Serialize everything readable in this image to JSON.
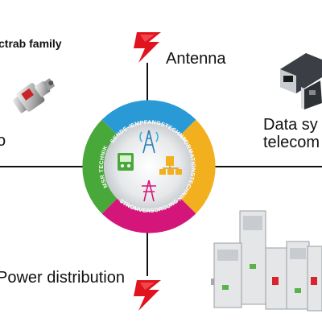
{
  "labels": {
    "product_family": "ctrab family",
    "antenna": "Antenna",
    "data_line1": "Data sy",
    "data_line2": "telecom",
    "left_fragment": "o",
    "power": "Power distribution"
  },
  "ring": {
    "top": "SENDE-/EMPFANGSTECHNIK",
    "right": "INFORMATIONSTECHNIK",
    "bottom": "STROMVERSORGUNG",
    "left": "MSR TECHNIK",
    "colors": {
      "top": "#2a9ad6",
      "right": "#f2b01e",
      "bottom": "#d4157a",
      "left": "#48a83a",
      "lightning": "#e0141e"
    }
  },
  "icons": [
    "lightning-icon",
    "antenna-tower-icon",
    "computer-network-icon",
    "power-mast-icon",
    "measuring-device-icon"
  ]
}
